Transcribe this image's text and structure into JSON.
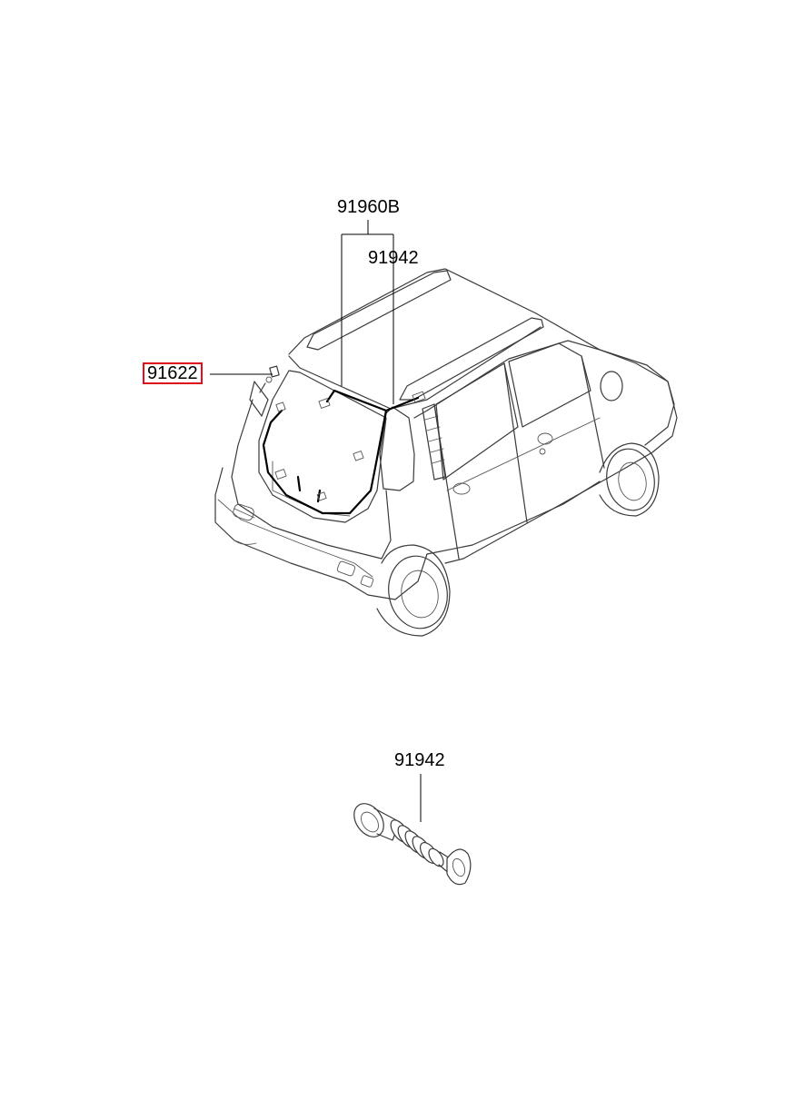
{
  "callouts": {
    "wiring_harness": "91960B",
    "grommet_top": "91942",
    "highlighted_part": "91622",
    "grommet_detail": "91942"
  },
  "colors": {
    "highlight_border": "#e0101a",
    "line_art": "#3a3a3a",
    "background": "#ffffff"
  }
}
